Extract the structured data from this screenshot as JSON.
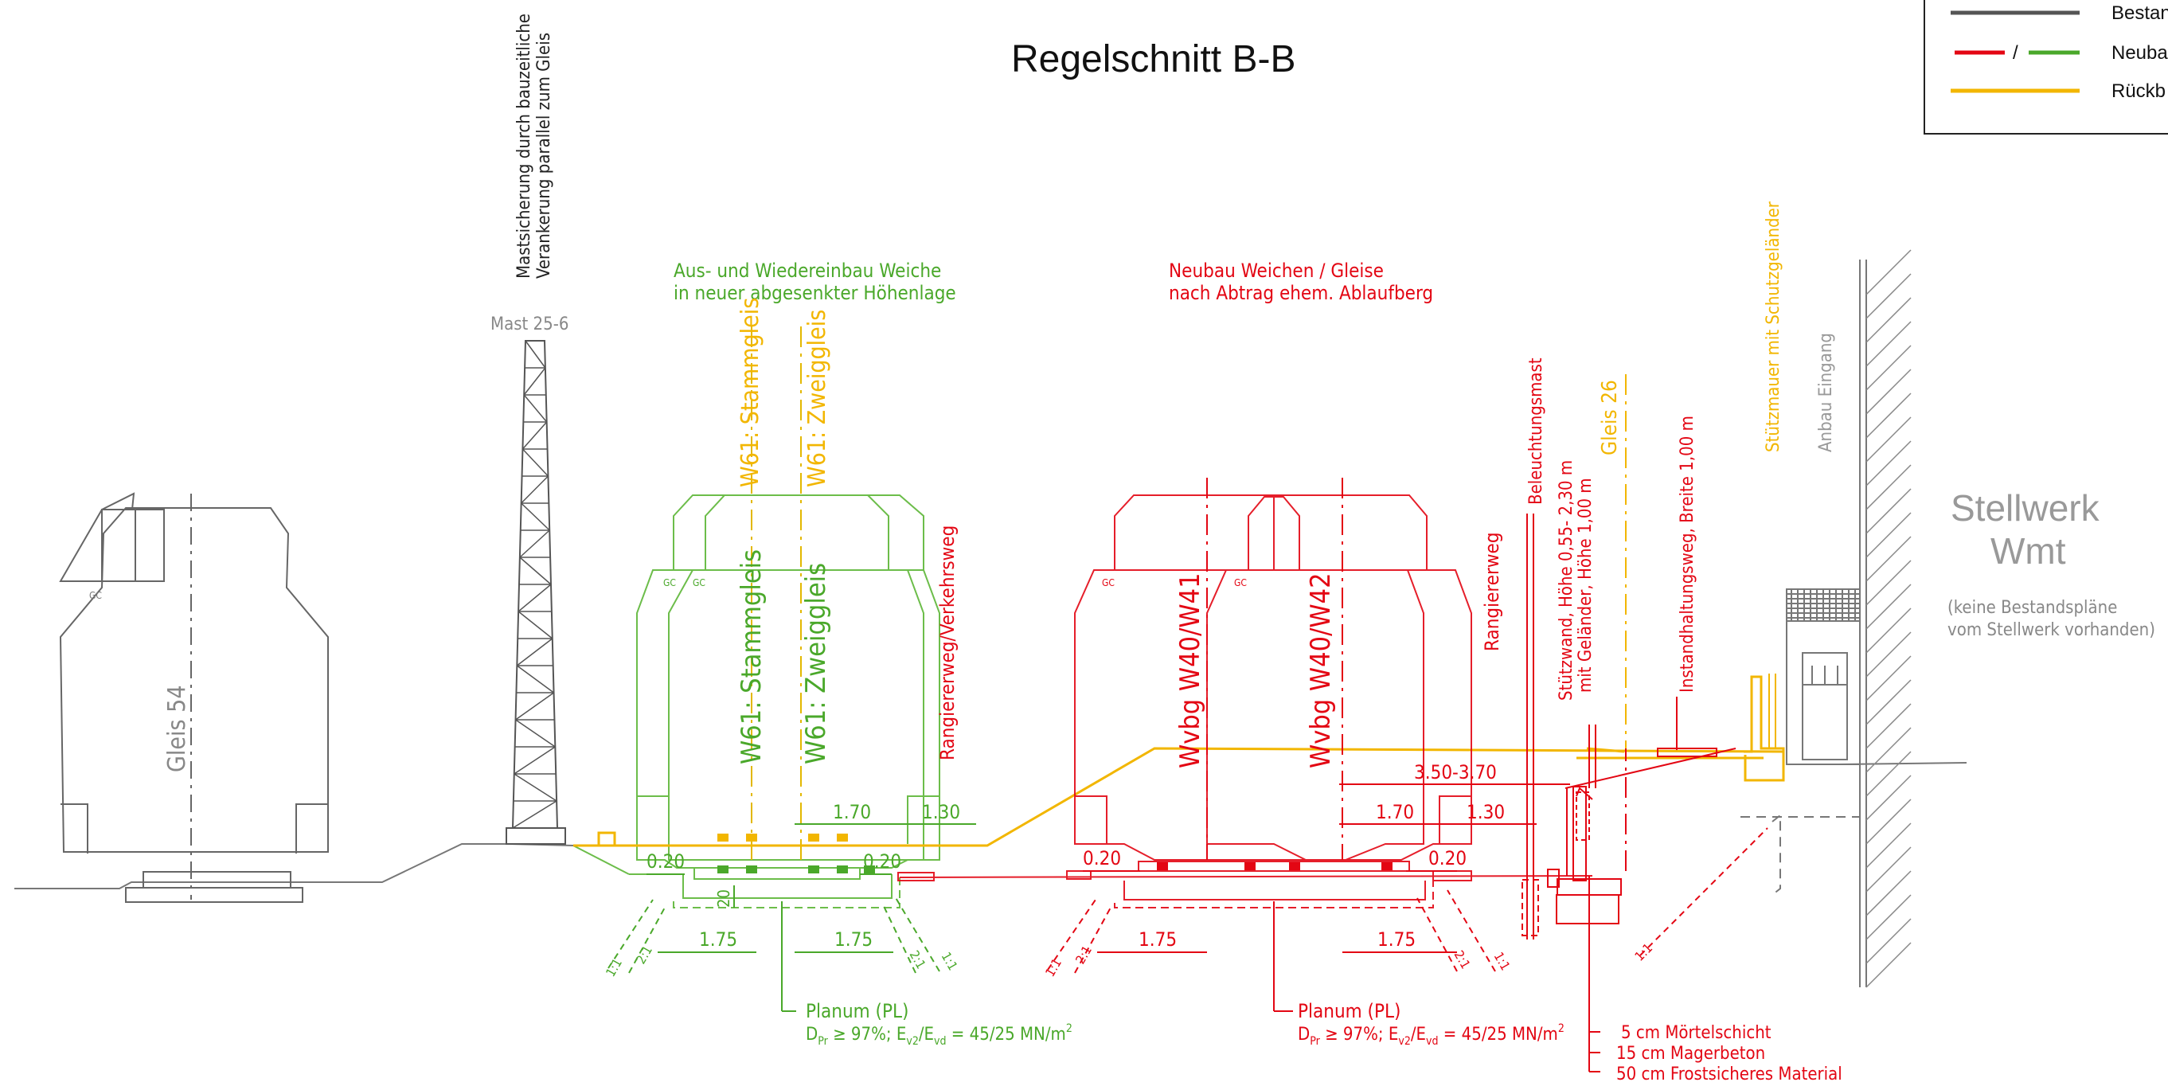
{
  "title": "Regelschnitt B-B",
  "colors": {
    "existing": "#6b6b6b",
    "new_red": "#e30613",
    "new_green": "#4aa82a",
    "removal": "#f2b600",
    "black": "#1a1a1a",
    "grey_text": "#8a8a8a"
  },
  "legend": {
    "existing": "Bestan",
    "new_separator": "/",
    "new": "Neuba",
    "removal": "Rückb"
  },
  "labels": {
    "mast_note_1": "Mastsicherung durch bauzeitliche",
    "mast_note_2": "Verankerung parallel zum Gleis",
    "mast_name": "Mast 25-6",
    "gleis54": "Gleis 54",
    "gc": "GC",
    "green_title_1": "Aus- und Wiedereinbau Weiche",
    "green_title_2": "in neuer abgesenkter Höhenlage",
    "stammgleis_y": "W61: Stammgleis",
    "zweiggleis_y": "W61: Zweiggleis",
    "stammgleis_g": "W61: Stammgleis",
    "zweiggleis_g": "W61: Zweiggleis",
    "rangierer_verkehr": "Rangiererweg/Verkehrsweg",
    "red_title_1": "Neubau Weichen / Gleise",
    "red_title_2": "nach Abtrag ehem. Ablaufberg",
    "wvbg1": "Wvbg W40/W41",
    "wvbg2": "Wvbg W40/W42",
    "rangiererweg": "Rangiererweg",
    "beleuchtungsmast": "Beleuchtungsmast",
    "stuetzwand_1": "Stützwand, Höhe 0,55- 2,30 m",
    "stuetzwand_2": "mit Geländer, Höhe 1,00 m",
    "gleis26": "Gleis 26",
    "instandhaltung": "Instandhaltungsweg, Breite 1,00 m",
    "stuetzmauer": "Stützmauer mit Schutzgeländer",
    "anbau": "Anbau Eingang",
    "stellwerk_1": "Stellwerk",
    "stellwerk_2": "Wmt",
    "keine_1": "(keine Bestandspläne",
    "keine_2": "vom Stellwerk vorhanden)",
    "planum_green": "Planum (PL)",
    "planum_red": "Planum (PL)",
    "planum_spec_pre": "D",
    "planum_spec_sub": "Pr",
    "planum_spec_mid": " ≥ 97%; E",
    "planum_spec_sub2": "v2",
    "planum_spec_mid2": "/E",
    "planum_spec_sub3": "vd",
    "planum_spec_end": " = 45/25 MN/m",
    "planum_spec_sup": "2",
    "layer1": "5 cm Mörtelschicht",
    "layer2": "15 cm Magerbeton",
    "layer3": "50 cm Frostsicheres Material",
    "slope_11": "1:1",
    "slope_21": "2:1"
  },
  "dimensions": {
    "g_170": "1.70",
    "g_130": "1.30",
    "g_020a": "0.20",
    "g_020b": "0.20",
    "g_20": "20",
    "g_175a": "1.75",
    "g_175b": "1.75",
    "r_350": "3.50-3.70",
    "r_170": "1.70",
    "r_130": "1.30",
    "r_020a": "0.20",
    "r_020b": "0.20",
    "r_175a": "1.75",
    "r_175b": "1.75"
  }
}
